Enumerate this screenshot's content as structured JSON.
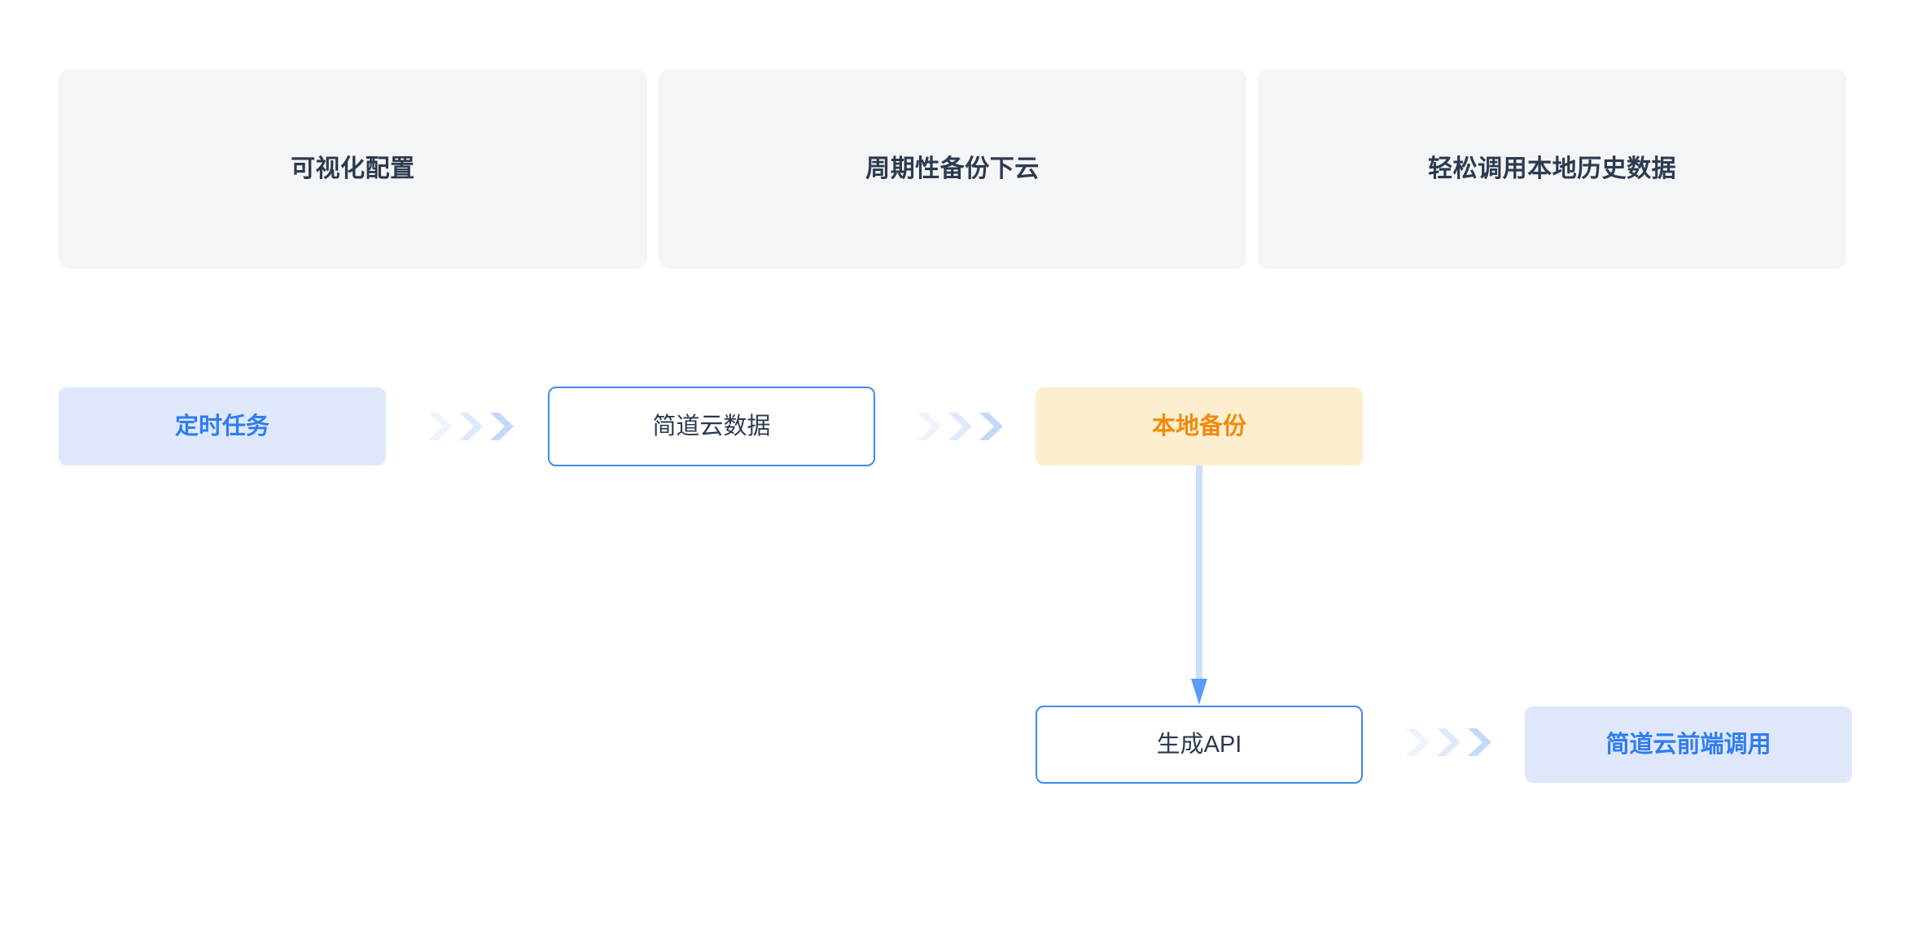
{
  "features": {
    "cards": [
      {
        "label": "可视化配置",
        "name": "visual-configuration"
      },
      {
        "label": "周期性备份下云",
        "name": "periodic-backup-offcloud"
      },
      {
        "label": "轻松调用本地历史数据",
        "name": "easy-local-history-access"
      }
    ]
  },
  "diagram": {
    "nodes": [
      {
        "id": "scheduled-task",
        "label": "定时任务",
        "style": "fill-blue"
      },
      {
        "id": "jdy-data",
        "label": "简道云数据",
        "style": "outline-blue"
      },
      {
        "id": "local-backup",
        "label": "本地备份",
        "style": "fill-amber"
      },
      {
        "id": "generate-api",
        "label": "生成API",
        "style": "outline-blue"
      },
      {
        "id": "jdy-frontend",
        "label": "简道云前端调用",
        "style": "fill-blue"
      }
    ],
    "connectors": [
      {
        "id": "scheduled-task-to-jdy-data",
        "icon": "triple-chevron-right-icon"
      },
      {
        "id": "jdy-data-to-local-backup",
        "icon": "triple-chevron-right-icon"
      },
      {
        "id": "local-backup-to-generate-api",
        "icon": "down-arrow-icon"
      },
      {
        "id": "generate-api-to-jdy-frontend",
        "icon": "triple-chevron-right-icon"
      }
    ]
  },
  "colors": {
    "card_bg": "#f4f5f7",
    "card_text": "#2c3a50",
    "node_blue_bg": "#dfe8fa",
    "node_blue_text": "#2f7def",
    "node_border_blue": "#4189f0",
    "node_amber_bg": "#fceecf",
    "node_amber_text": "#f08a0c",
    "chevron_light": "#eef3fd",
    "chevron_mid": "#dfe9fc",
    "chevron_dark": "#c3d9f9",
    "connector_line": "#cadffb",
    "connector_head": "#5b9bf8",
    "page_bg": "#ffffff"
  }
}
